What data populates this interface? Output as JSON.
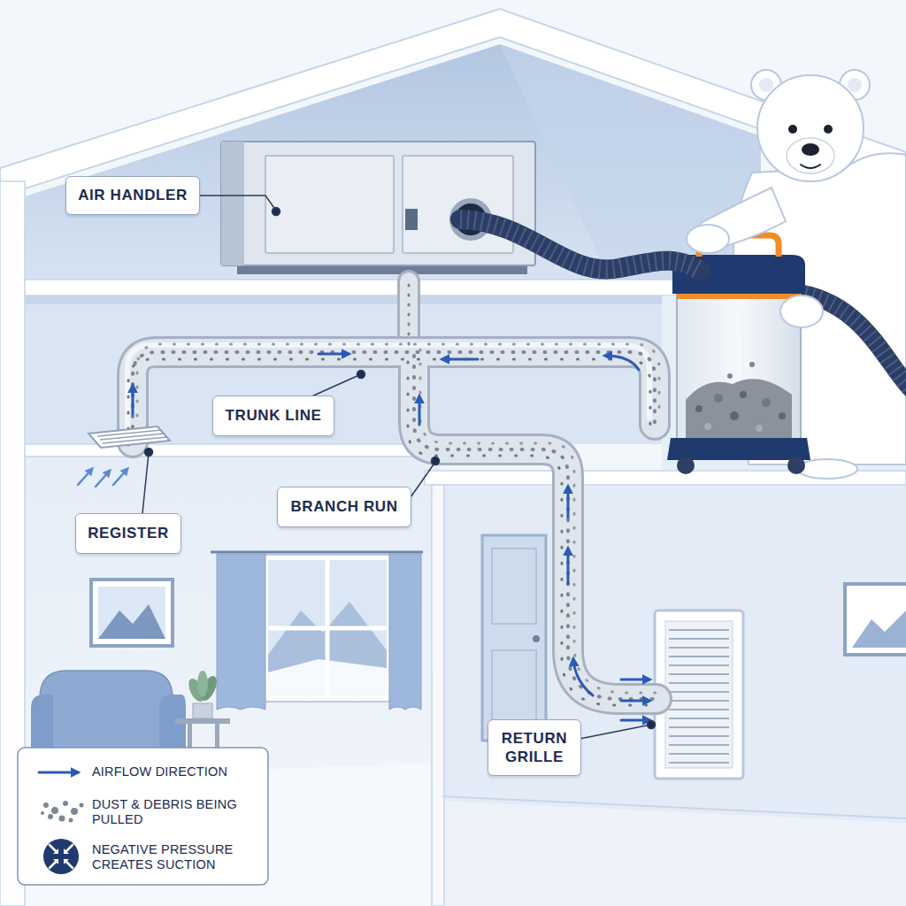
{
  "diagram": {
    "nodes": [
      {
        "text": [
          "AIR HANDLER"
        ]
      },
      {
        "text": [
          "TRUNK LINE"
        ]
      },
      {
        "text": [
          "BRANCH RUN"
        ]
      },
      {
        "text": [
          "REGISTER"
        ]
      },
      {
        "text": [
          "RETURN GRILLE"
        ]
      }
    ],
    "legend": [
      {
        "text": "AIRFLOW DIRECTION"
      },
      {
        "text": "DUST & DEBRIS BEING PULLED"
      },
      {
        "text": "NEGATIVE PRESSURE CREATES SUCTION"
      }
    ]
  }
}
